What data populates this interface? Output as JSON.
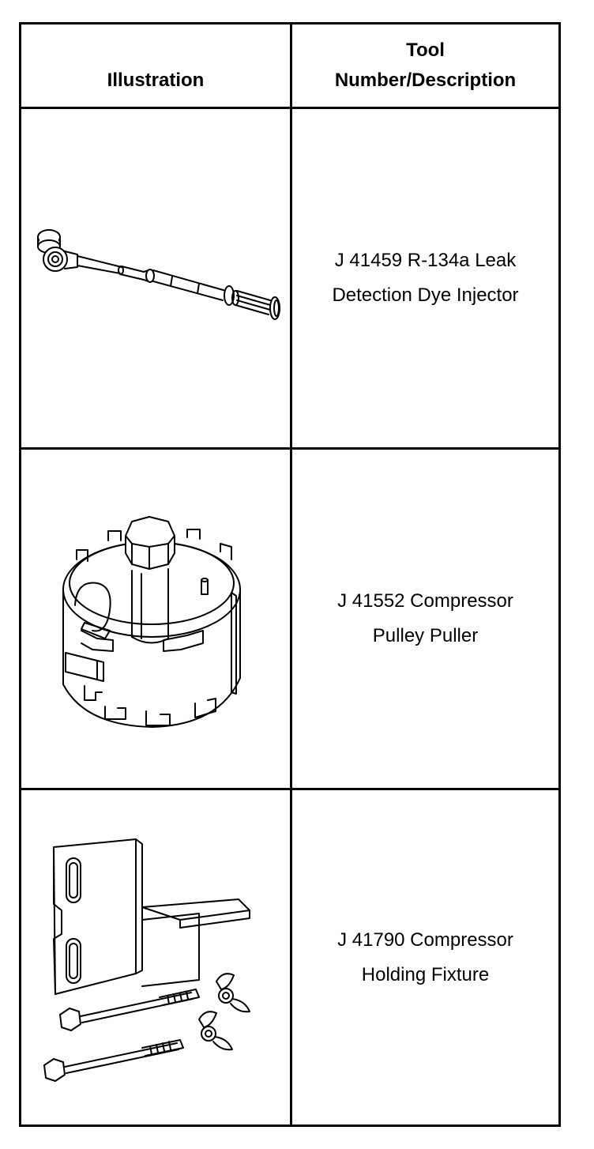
{
  "table": {
    "headers": {
      "illustration": "Illustration",
      "tool_number_description": "Tool\nNumber/Description"
    },
    "rows": [
      {
        "illustration_icon": "leak-detection-dye-injector-drawing",
        "description": "J 41459 R-134a Leak\nDetection Dye Injector"
      },
      {
        "illustration_icon": "compressor-pulley-puller-drawing",
        "description": "J 41552 Compressor\nPulley Puller"
      },
      {
        "illustration_icon": "compressor-holding-fixture-drawing",
        "description": "J 41790 Compressor\nHolding Fixture"
      }
    ]
  },
  "colors": {
    "line": "#000000",
    "background": "#ffffff"
  }
}
